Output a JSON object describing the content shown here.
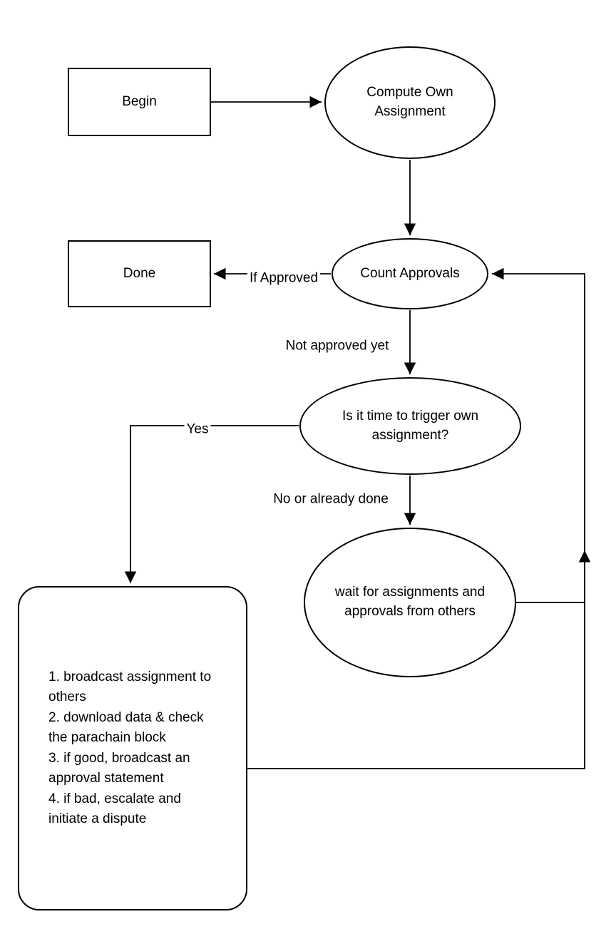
{
  "diagram": {
    "type": "flowchart",
    "colors": {
      "stroke": "#000000",
      "fill": "#ffffff",
      "text": "#000000"
    },
    "nodes": {
      "begin": {
        "label": "Begin",
        "shape": "rectangle"
      },
      "compute": {
        "label": "Compute Own Assignment",
        "shape": "ellipse"
      },
      "done": {
        "label": "Done",
        "shape": "rectangle"
      },
      "count": {
        "label": "Count Approvals",
        "shape": "ellipse"
      },
      "trigger": {
        "label": "Is it time to trigger own assignment?",
        "shape": "ellipse"
      },
      "wait": {
        "label": "wait for assignments and approvals from others",
        "shape": "ellipse"
      },
      "actions": {
        "shape": "rounded-rectangle",
        "items": [
          "1. broadcast assignment to others",
          "2. download data & check the parachain block",
          "3. if good, broadcast an approval statement",
          "4. if bad, escalate and initiate a dispute"
        ]
      }
    },
    "edges": [
      {
        "from": "begin",
        "to": "compute",
        "label": ""
      },
      {
        "from": "compute",
        "to": "count",
        "label": ""
      },
      {
        "from": "count",
        "to": "done",
        "label": "If Approved"
      },
      {
        "from": "count",
        "to": "trigger",
        "label": "Not approved yet"
      },
      {
        "from": "trigger",
        "to": "actions",
        "label": "Yes"
      },
      {
        "from": "trigger",
        "to": "wait",
        "label": "No or already done"
      },
      {
        "from": "wait",
        "to": "count",
        "label": ""
      },
      {
        "from": "actions",
        "to": "count",
        "label": ""
      }
    ]
  }
}
